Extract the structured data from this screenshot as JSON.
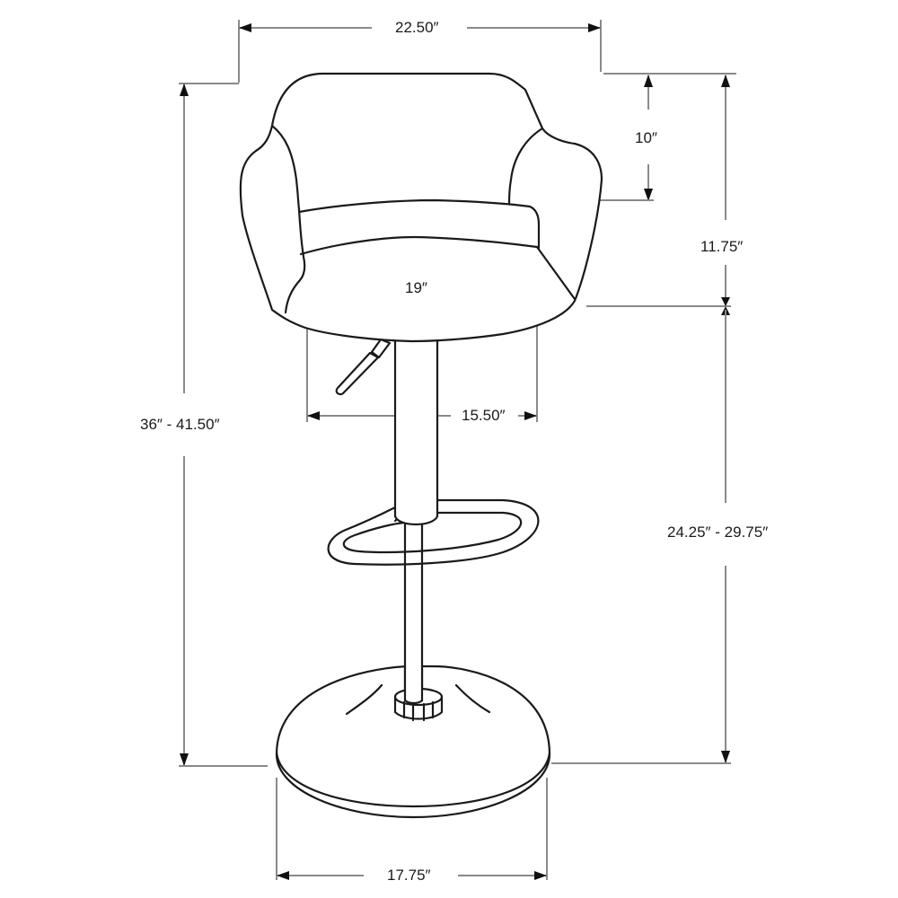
{
  "diagram": {
    "subject": "bar stool",
    "view": "front elevation",
    "colors": {
      "outline": "#1a1a1a",
      "dimension_line": "#8a8a8a",
      "arrowhead": "#111111",
      "background": "#ffffff"
    },
    "dimensions": {
      "overall_width": "22.50″",
      "backrest_height": "10″",
      "armrest_height": "11.75″",
      "seat_depth": "19″",
      "seat_width": "15.50″",
      "overall_height": "36″ - 41.50″",
      "seat_height": "24.25″ -  29.75″",
      "base_diameter": "17.75″"
    },
    "parts": [
      "backrest",
      "armrests",
      "seat cushion",
      "height-adjust lever",
      "gas-lift column",
      "footrest ring",
      "column collar",
      "round base"
    ]
  }
}
